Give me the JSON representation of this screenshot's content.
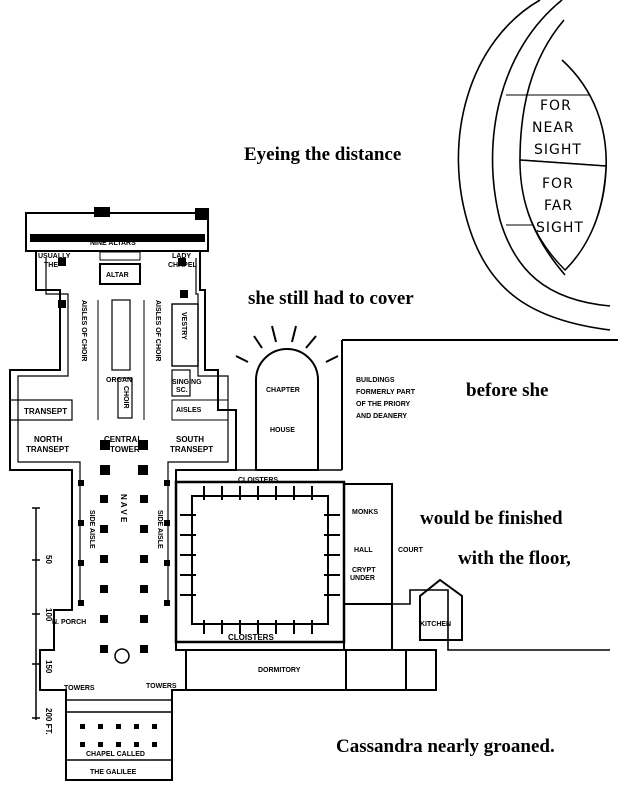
{
  "captions": {
    "eyeing": "Eyeing the distance",
    "cover": "she still had to cover",
    "before": "before she",
    "finished": "would be finished",
    "floor": "with the floor,",
    "groaned": "Cassandra nearly groaned."
  },
  "eye_diagram": {
    "near": [
      "FOR",
      "NEAR",
      "SIGHT"
    ],
    "far": [
      "FOR",
      "FAR",
      "SIGHT"
    ]
  },
  "plan_labels": {
    "nine_altars": "NINE ALTARS",
    "usually": "USUALLY",
    "the": "THE",
    "lady": "LADY",
    "chapel": "CHAPEL",
    "altar": "ALTAR",
    "aisles_left": "AISLES OF CHOIR",
    "aisles_right": "AISLES OF CHOIR",
    "vestry": "VESTRY",
    "singing": "SINGING",
    "sch": "SC.",
    "organ": "ORGAN",
    "choir": "CHOIR",
    "transept": "TRANSEPT",
    "aisles": "AISLES",
    "north": "NORTH",
    "north_transept": "TRANSEPT",
    "central": "CENTRAL",
    "tower": "TOWER",
    "south": "SOUTH",
    "south_transept": "TRANSEPT",
    "chapter": "CHAPTER",
    "house": "HOUSE",
    "buildings": [
      "BUILDINGS",
      "FORMERLY PART",
      "OF THE PRIORY",
      "AND DEANERY"
    ],
    "cloisters_top": "CLOISTERS",
    "cloisters_bottom": "CLOISTERS",
    "monks": "MONKS",
    "hall": "HALL",
    "court": "COURT",
    "crypt": "CRYPT",
    "under": "UNDER",
    "kitchen": "KITCHEN",
    "nave": "N A V E",
    "side_aisle_left": "SIDE AISLE",
    "side_aisle_right": "SIDE AISLE",
    "n_porch": "N. PORCH",
    "dormitory": "DORMITORY",
    "towers_left": "TOWERS",
    "towers_right": "TOWERS",
    "chapel_called": "CHAPEL CALLED",
    "the_galilee": "THE GALILEE"
  },
  "scale": {
    "ticks": [
      "50",
      "100",
      "150",
      "200 FT."
    ]
  }
}
